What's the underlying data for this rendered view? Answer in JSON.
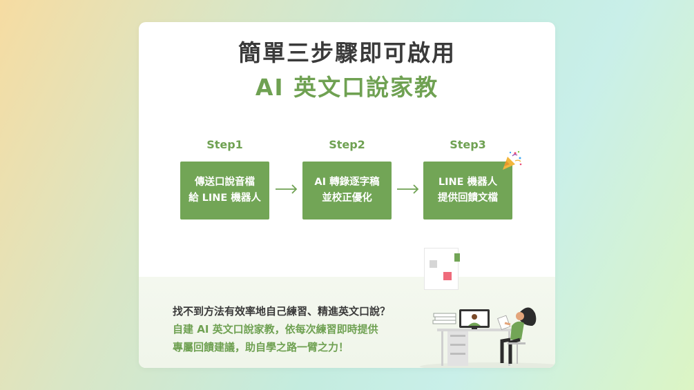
{
  "header": {
    "title_line1": "簡單三步驟即可啟用",
    "title_line2": "AI 英文口說家教"
  },
  "steps": [
    {
      "label": "Step1",
      "line1": "傳送口說音檔",
      "line2": "給 LINE 機器人"
    },
    {
      "label": "Step2",
      "line1": "AI 轉錄逐字稿",
      "line2": "並校正優化"
    },
    {
      "label": "Step3",
      "line1": "LINE 機器人",
      "line2": "提供回饋文檔"
    }
  ],
  "description": {
    "question": "找不到方法有效率地自己練習、精進英文口說？",
    "answer_line1": "自建 AI 英文口說家教，依每次練習即時提供",
    "answer_line2": "專屬回饋建議，助自學之路一臂之力！"
  },
  "icons": {
    "arrow": "arrow-right-icon",
    "celebration": "party-popper-icon",
    "note": "sticky-note-icon",
    "illustration": "person-video-call-illustration"
  },
  "colors": {
    "accent_green": "#6fa152",
    "box_green": "#72a556",
    "title_dark": "#3a3a3a",
    "note_red": "#ef6b7b"
  }
}
